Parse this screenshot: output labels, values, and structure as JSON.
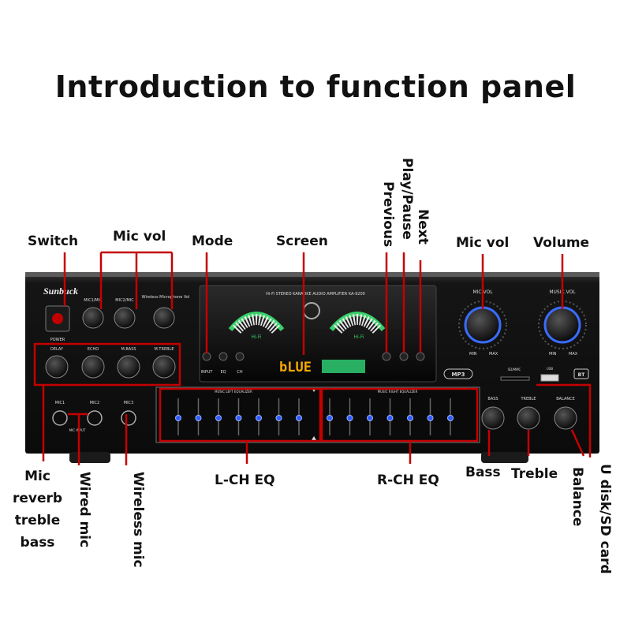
{
  "title": "Introduction to function panel",
  "labels": {
    "switch": "Switch",
    "mic_vol_left": "Mic vol",
    "mode": "Mode",
    "screen": "Screen",
    "previous": "Previous",
    "play_pause": "Play/Pause",
    "next": "Next",
    "mic_vol_right": "Mic vol",
    "volume": "Volume",
    "mic_reverb": [
      "Mic",
      "reverb",
      "treble",
      "bass"
    ],
    "wired_mic": "Wired mic",
    "wireless_mic": "Wireless mic",
    "lch_eq": "L-CH EQ",
    "rch_eq": "R-CH EQ",
    "bass": "Bass",
    "treble": "Treble",
    "balance": "Balance",
    "usb_sd": "U disk/SD card"
  },
  "device": {
    "brand": "Sunbuck",
    "model_strip": "Hi-Fi STEREO KARAOKE AUDIO AMPLIFIER KA-9200",
    "display_text": "bLUE",
    "hifi_badge": "Hi-Fi",
    "mp3_badge": "MP3",
    "bt_badge": "BT",
    "power": "POWER",
    "knobs_top": [
      "MIC1/MIC",
      "MIC2/MIC",
      "Wireless Microphone Vol"
    ],
    "knobs_mid": [
      "DELAY",
      "ECHO",
      "M.BASS",
      "M.TREBLE"
    ],
    "mode_buttons": [
      "INPUT",
      "EQ",
      "CH"
    ],
    "mic_inputs": [
      "MIC1",
      "MIC2",
      "MIC3"
    ],
    "mic_input_caption": "MIC INPUT",
    "eq_left_caption": "MUSIC LEFT EQUALIZER",
    "eq_right_caption": "MUSIC RIGHT EQUALIZER",
    "right_knobs": [
      "MIC.VOL",
      "MUSIC.VOL"
    ],
    "tone_knobs": [
      "BASS",
      "TREBLE",
      "BALANCE"
    ],
    "sd_label": "SD/MMC",
    "usb_label": "USB",
    "min": "MIN",
    "max": "MAX"
  },
  "colors": {
    "panel": "#111111",
    "knob_ring": "#3a6cff",
    "eq_led": "#2f5bff",
    "display": "#f5a800",
    "vu_green": "#39d06a",
    "callout": "#c40000"
  }
}
